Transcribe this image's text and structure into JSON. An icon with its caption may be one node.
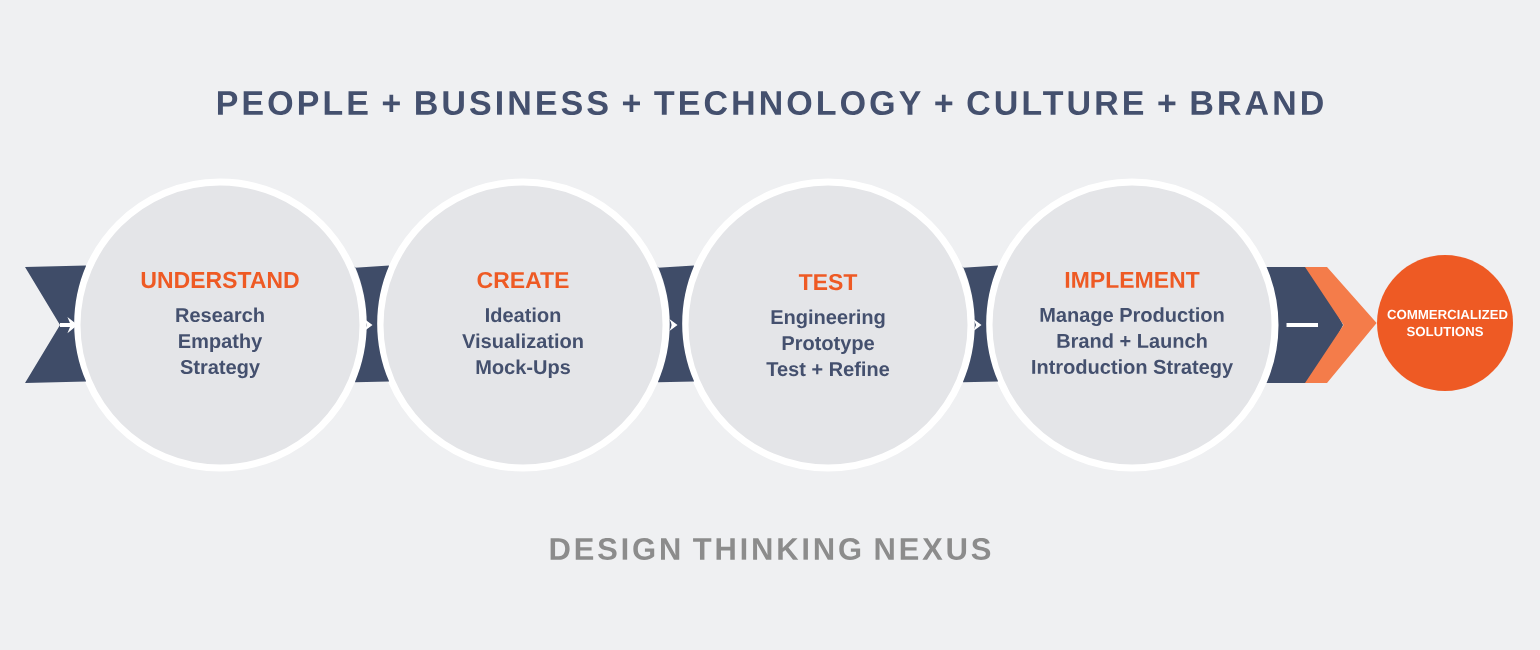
{
  "diagram": {
    "title": "PEOPLE + BUSINESS + TECHNOLOGY + CULTURE + BRAND",
    "caption": "DESIGN THINKING NEXUS",
    "nodes": [
      {
        "text": [
          "UNDERSTAND",
          "Research",
          "Empathy",
          "Strategy"
        ]
      },
      {
        "text": [
          "CREATE",
          "Ideation",
          "Visualization",
          "Mock-Ups"
        ]
      },
      {
        "text": [
          "TEST",
          "Engineering",
          "Prototype",
          "Test + Refine"
        ]
      },
      {
        "text": [
          "IMPLEMENT",
          "Manage Production",
          "Brand + Launch",
          "Introduction Strategy"
        ]
      },
      {
        "text": [
          "COMMERCIALIZED SOLUTIONS"
        ]
      },
      {
        "text": [],
        "shape": "chevron"
      }
    ],
    "edges": [
      {
        "from": null,
        "to": 0,
        "arrow": "to"
      },
      {
        "from": 0,
        "to": 1,
        "arrow": "to"
      },
      {
        "from": 1,
        "to": 2,
        "arrow": "to"
      },
      {
        "from": 2,
        "to": 3,
        "arrow": "to"
      },
      {
        "from": 5,
        "to": 4,
        "arrow": "to",
        "color": "#f47c4a"
      }
    ]
  }
}
